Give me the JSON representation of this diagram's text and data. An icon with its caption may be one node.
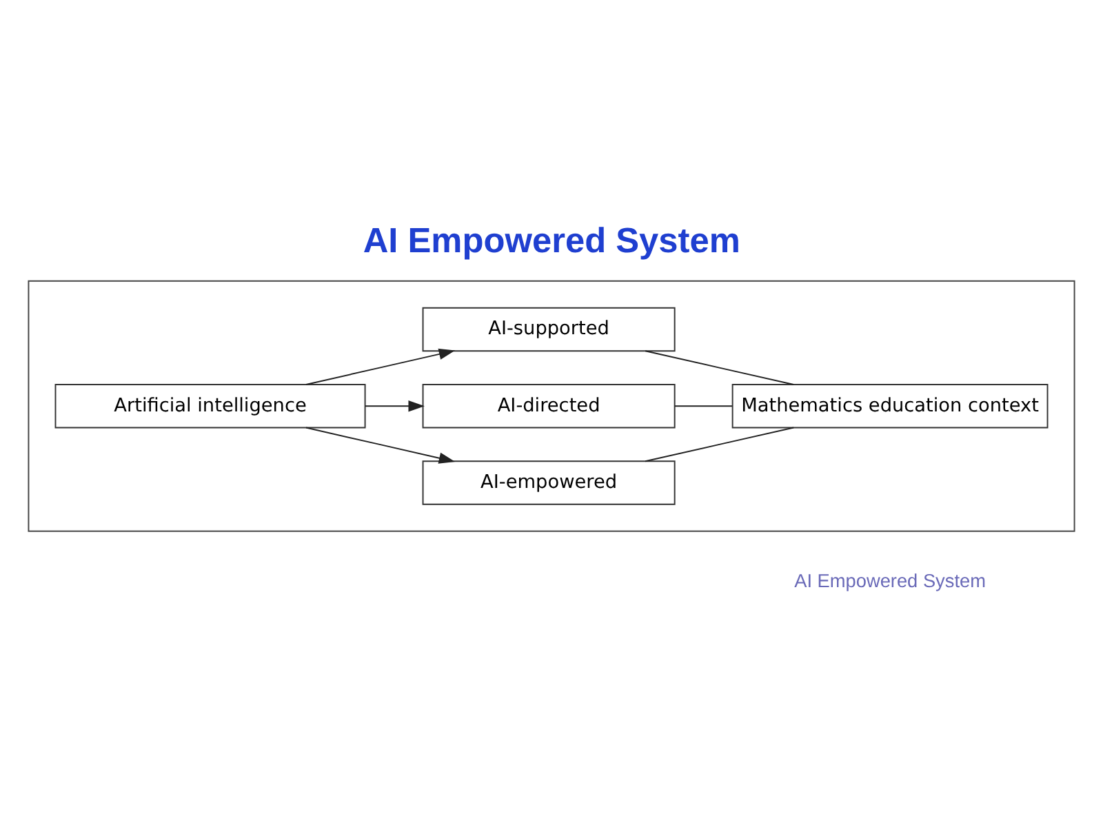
{
  "diagram": {
    "title": "AI Empowered System",
    "caption": "AI Empowered System",
    "nodes": [
      {
        "text": [],
        "shape": "box"
      },
      {
        "text": [
          "Artificial intelligence"
        ],
        "in": 0
      },
      {
        "text": [
          "AI-directed"
        ],
        "in": 0
      },
      {
        "text": [
          "AI-supported"
        ],
        "in": 0
      },
      {
        "text": [
          "AI-empowered"
        ],
        "in": 0
      },
      {
        "text": [
          "Mathematics education context"
        ],
        "in": 0
      }
    ],
    "edges": [
      {
        "from": 1,
        "to": 2,
        "arrow": "to"
      },
      {
        "from": 1,
        "to": 3,
        "arrow": "to"
      },
      {
        "from": 1,
        "to": 4,
        "arrow": "to"
      },
      {
        "from": 2,
        "to": 5,
        "arrow": "none"
      },
      {
        "from": 3,
        "to": 5,
        "arrow": "none"
      },
      {
        "from": 4,
        "to": 5,
        "arrow": "none"
      }
    ]
  }
}
